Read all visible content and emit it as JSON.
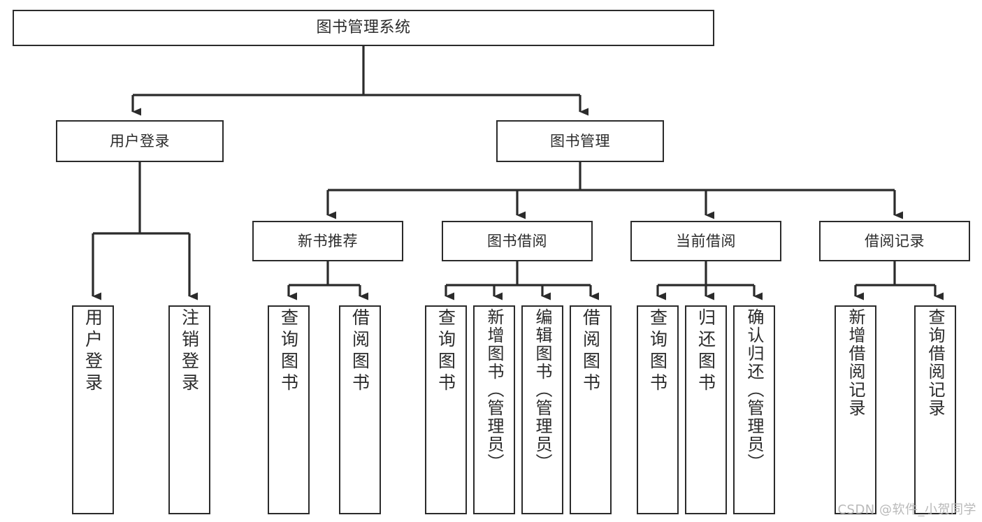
{
  "diagram": {
    "type": "tree",
    "title": "图书管理系统",
    "watermark": "CSDN @软件_小贺同学",
    "colors": {
      "stroke": "#2b2b2b",
      "fill": "#ffffff",
      "watermark": "#b9b9b9"
    },
    "levels": {
      "root": {
        "label": "图书管理系统"
      },
      "level2": [
        {
          "label": "用户登录"
        },
        {
          "label": "图书管理"
        }
      ],
      "level3": [
        {
          "label": "新书推荐"
        },
        {
          "label": "图书借阅"
        },
        {
          "label": "当前借阅"
        },
        {
          "label": "借阅记录"
        }
      ],
      "leaves": [
        {
          "label": "用户登录",
          "parent": "用户登录"
        },
        {
          "label": "注销登录",
          "parent": "用户登录"
        },
        {
          "label": "查询图书",
          "parent": "新书推荐"
        },
        {
          "label": "借阅图书",
          "parent": "新书推荐"
        },
        {
          "label": "查询图书",
          "parent": "图书借阅"
        },
        {
          "label": "新增图书（管理员）",
          "parent": "图书借阅"
        },
        {
          "label": "编辑图书（管理员）",
          "parent": "图书借阅"
        },
        {
          "label": "借阅图书",
          "parent": "图书借阅"
        },
        {
          "label": "查询图书",
          "parent": "当前借阅"
        },
        {
          "label": "归还图书",
          "parent": "当前借阅"
        },
        {
          "label": "确认归还（管理员）",
          "parent": "当前借阅"
        },
        {
          "label": "新增借阅记录",
          "parent": "借阅记录"
        },
        {
          "label": "查询借阅记录",
          "parent": "借阅记录"
        }
      ]
    }
  }
}
